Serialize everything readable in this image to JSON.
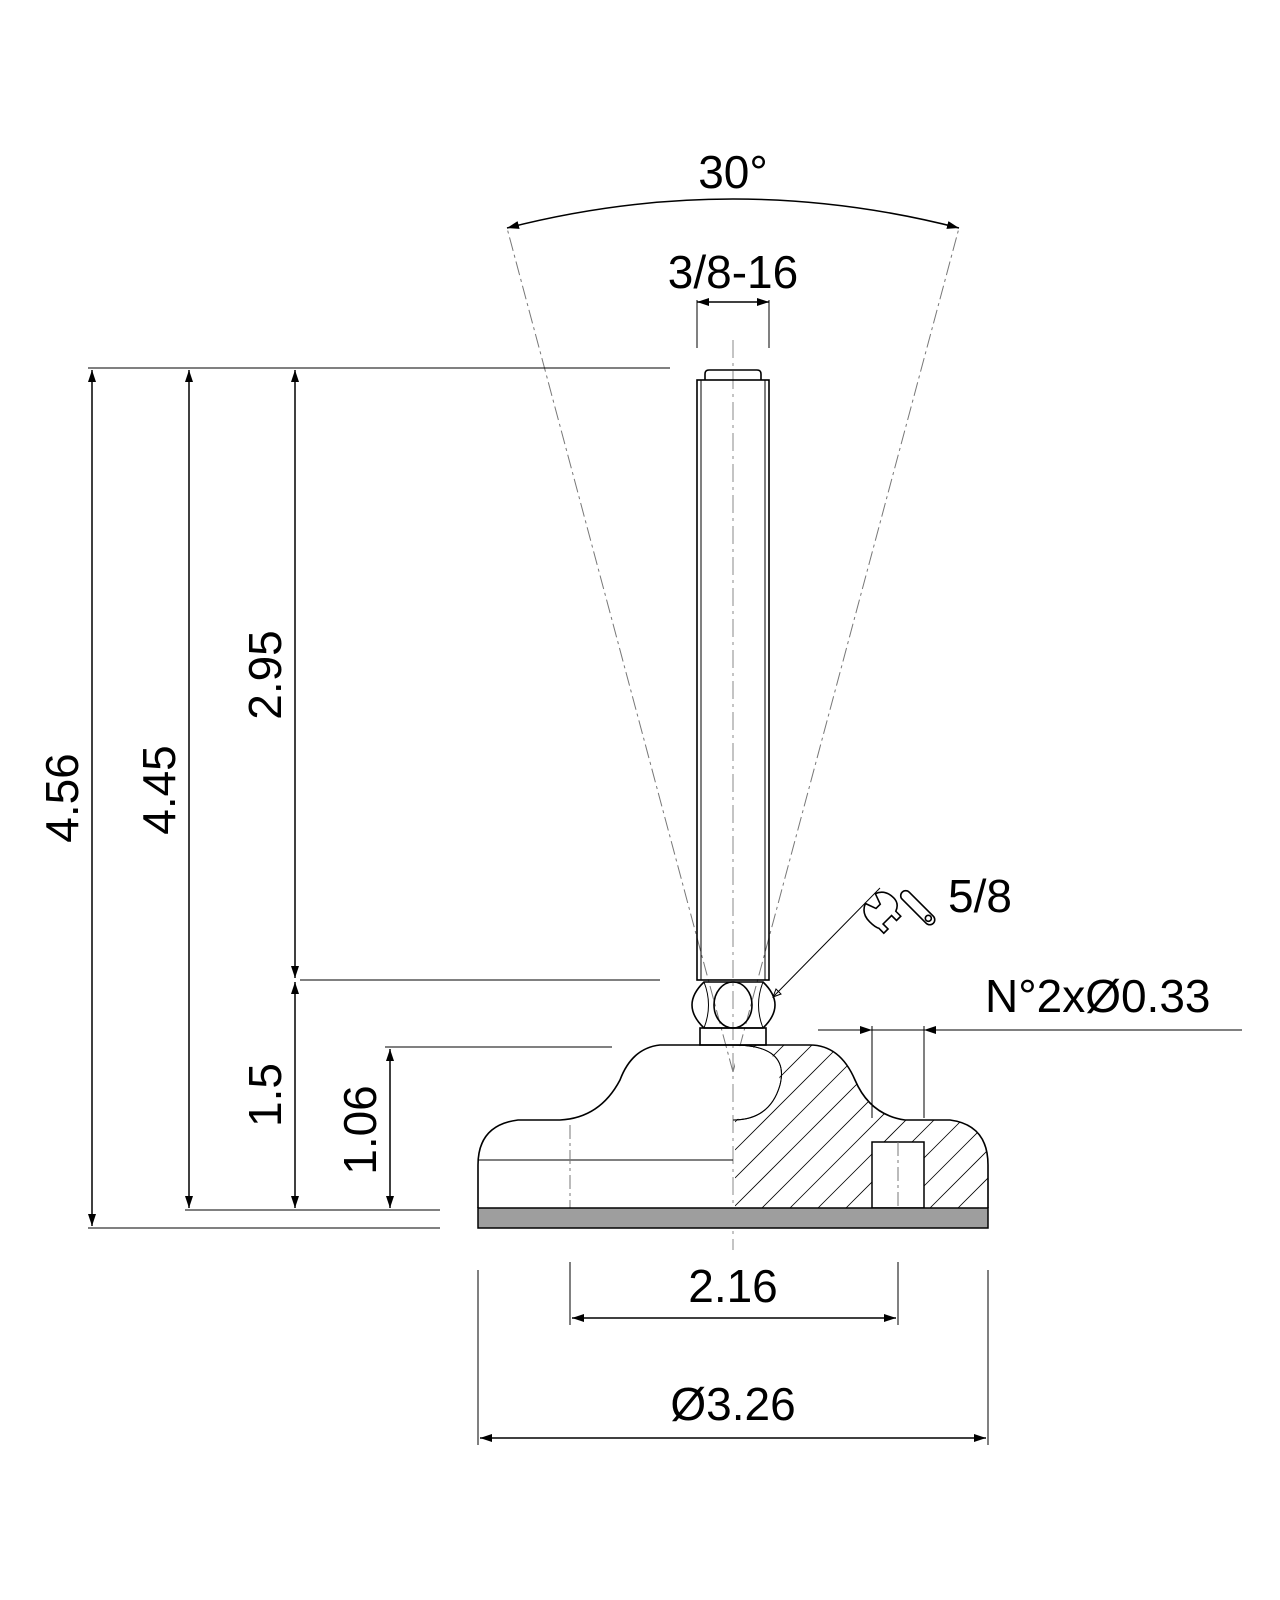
{
  "angle": "30°",
  "thread": "3/8-16",
  "wrench_size": "5/8",
  "holes": "N°2xØ0.33",
  "heights": {
    "overall": "4.56",
    "to_base": "4.45",
    "stud": "2.95",
    "nut_height": "1.5",
    "base_height": "1.06"
  },
  "widths": {
    "hole_spacing": "2.16",
    "base_diameter": "Ø3.26"
  },
  "colors": {
    "line": "#000000",
    "pad": "#9e9e9e",
    "construction": "#777777"
  }
}
